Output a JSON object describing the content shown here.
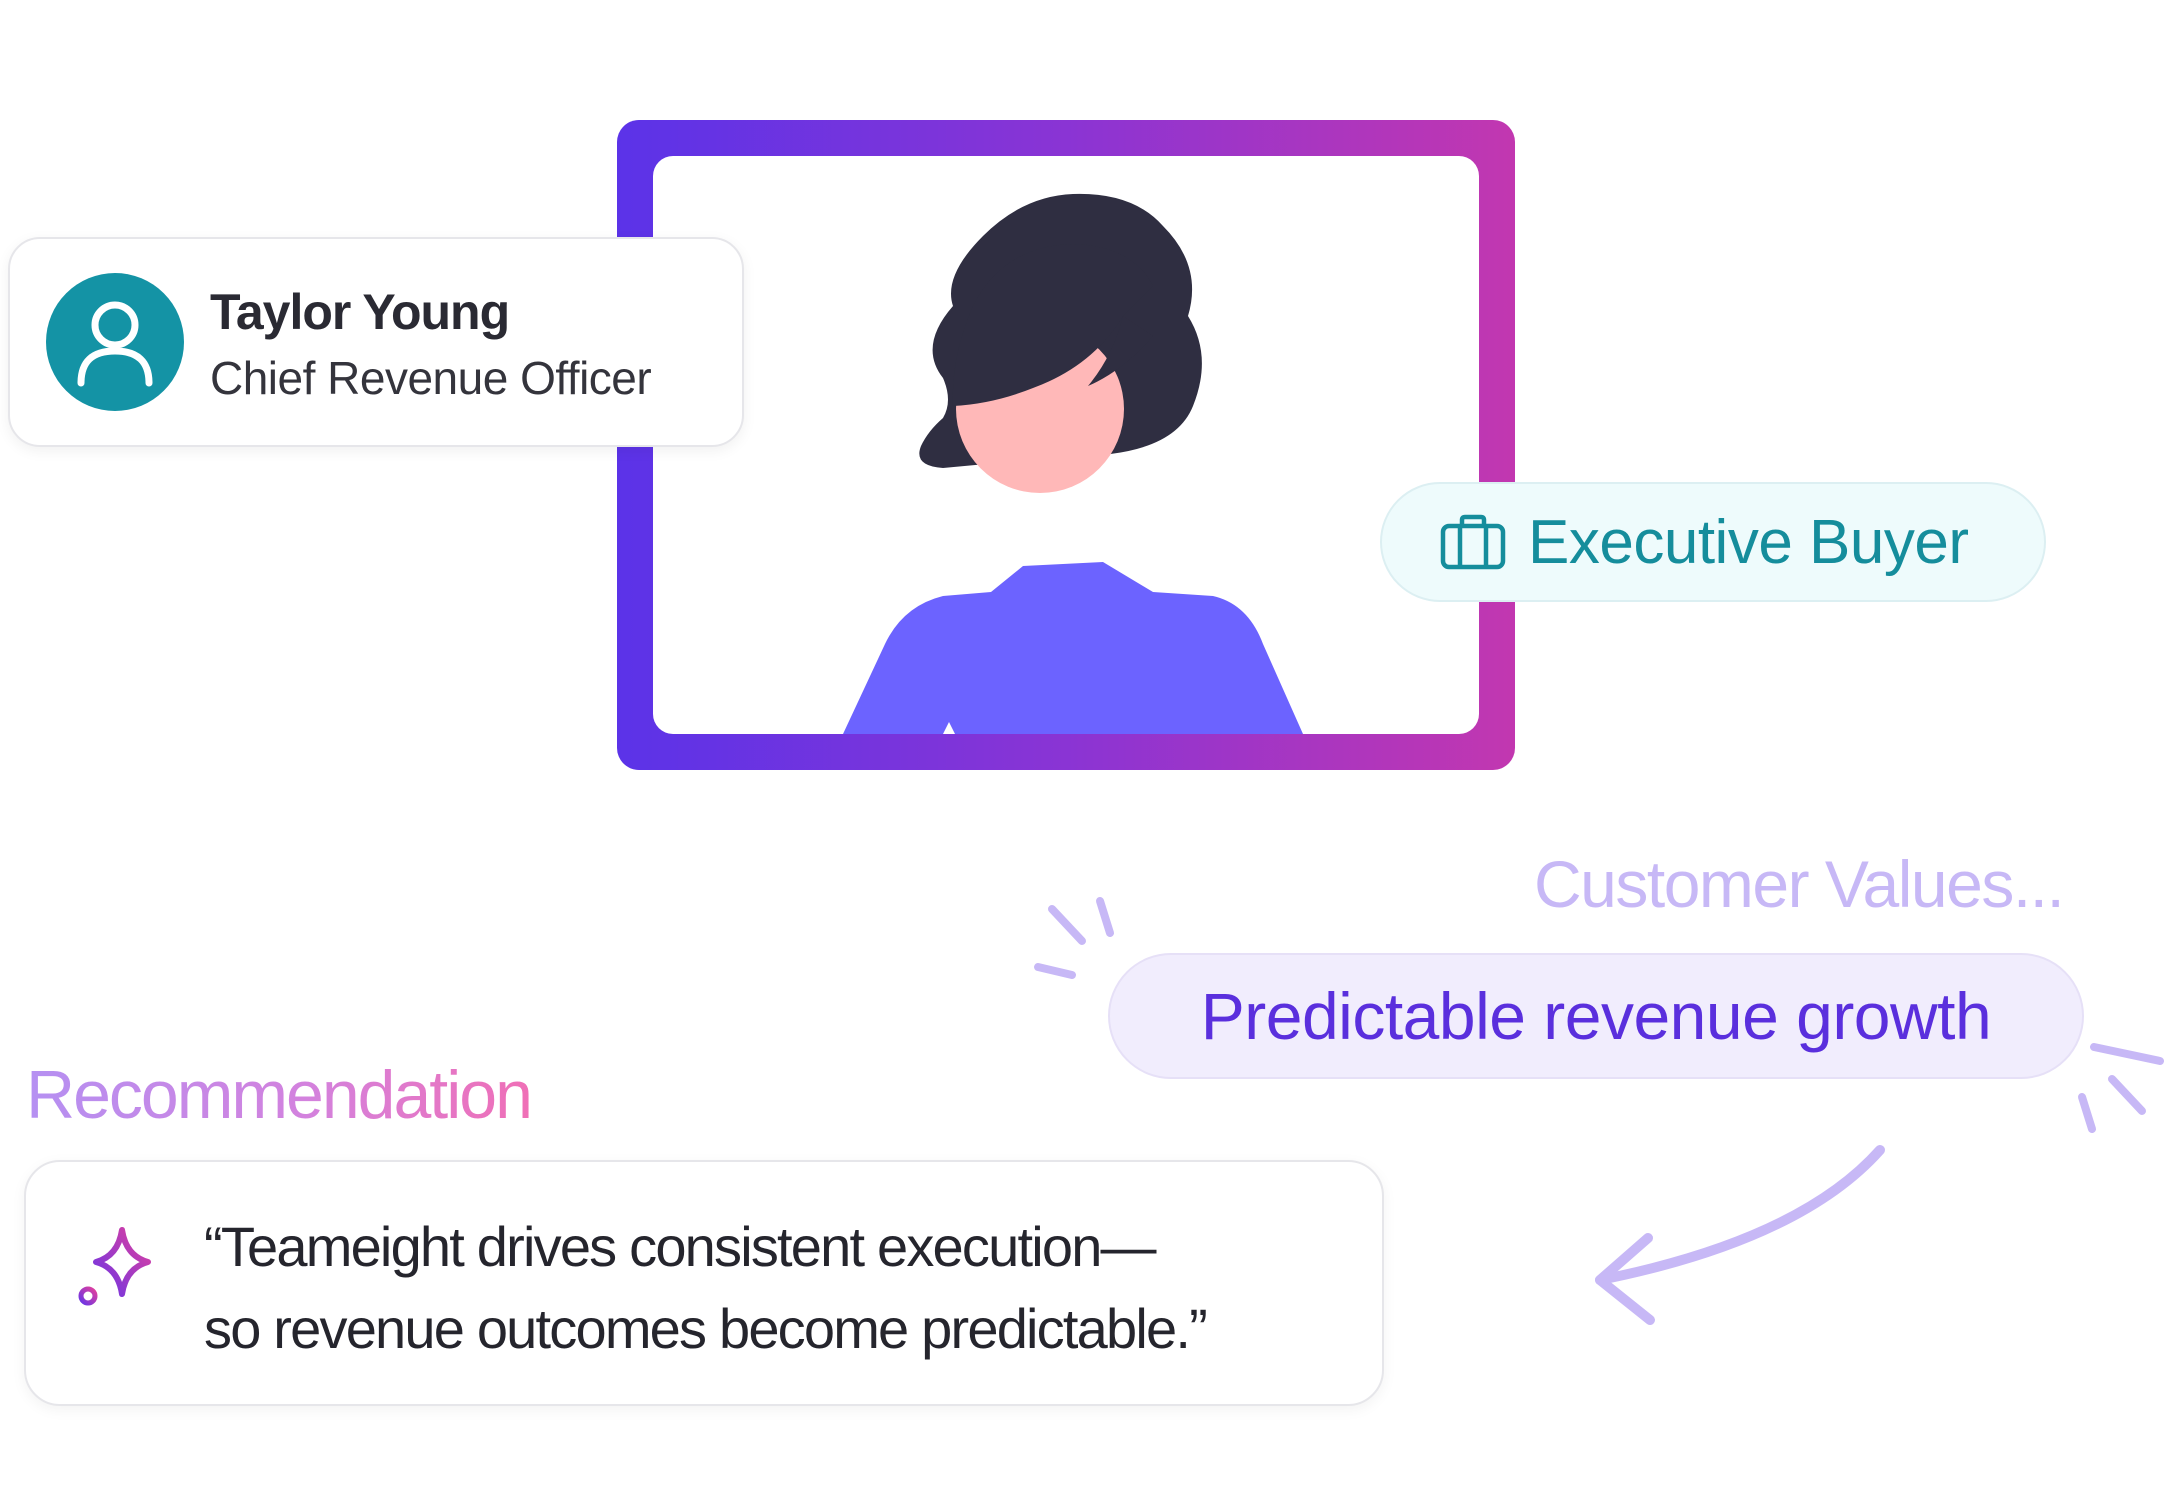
{
  "profile": {
    "name": "Taylor Young",
    "role": "Chief Revenue Officer",
    "icon": "user-icon"
  },
  "buyer_badge": {
    "label": "Executive Buyer",
    "icon": "briefcase-icon"
  },
  "customer_values": {
    "title": "Customer Values...",
    "value": "Predictable revenue growth"
  },
  "recommendation": {
    "title": "Recommendation",
    "icon": "sparkles-icon",
    "line1": "“Teameight drives consistent execution—",
    "line2": "so revenue outcomes become predictable.”"
  },
  "colors": {
    "frame_gradient_start": "#5b33e8",
    "frame_gradient_end": "#c237b0",
    "teal": "#1493a5",
    "purple": "#5a2fdd",
    "lavender": "#c7b8f6",
    "pink": "#f06fb6"
  }
}
